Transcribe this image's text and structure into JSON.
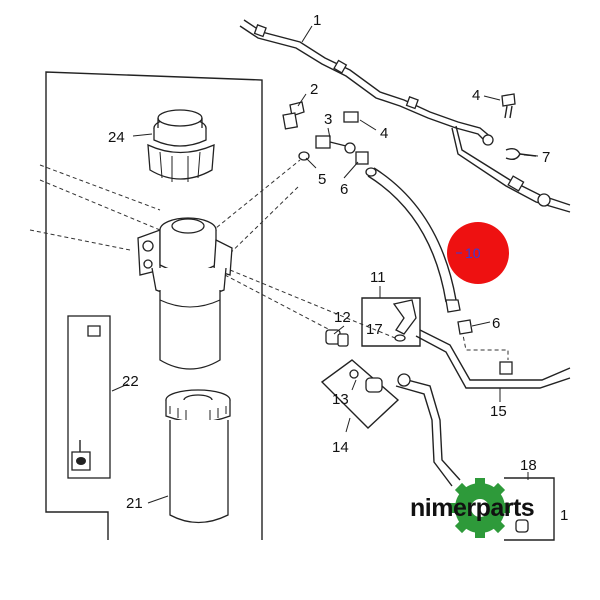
{
  "diagram": {
    "callouts": {
      "p1": "1",
      "p2": "2",
      "p3": "3",
      "p4a": "4",
      "p4b": "4",
      "p5": "5",
      "p6a": "6",
      "p6b": "6",
      "p7": "7",
      "p10": "10",
      "p11": "11",
      "p12": "12",
      "p13": "13",
      "p14": "14",
      "p15": "15",
      "p17": "17",
      "p18": "18",
      "p19": "1",
      "p21": "21",
      "p22": "22",
      "p24": "24"
    },
    "highlight": {
      "color": "#ee1111",
      "part": "10"
    },
    "watermark": {
      "brand": "nimerparts",
      "gear_color": "#2e9a3a"
    }
  }
}
